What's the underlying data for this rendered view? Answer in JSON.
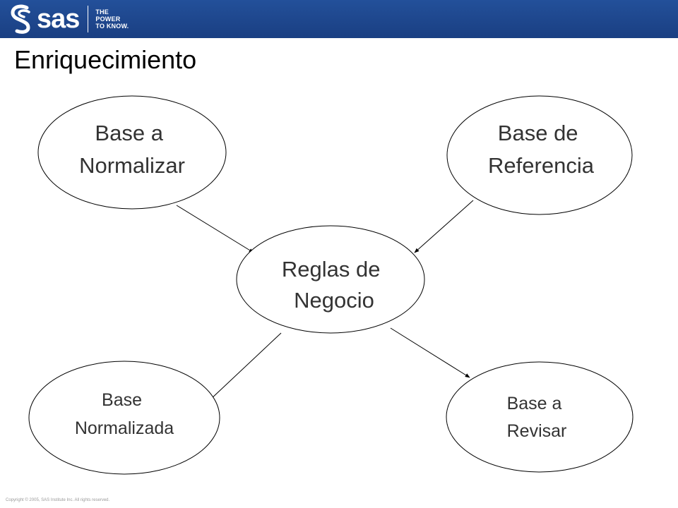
{
  "header": {
    "logo_text": "sas",
    "tagline": "THE\nPOWER\nTO KNOW.",
    "background": "#1f4a91"
  },
  "slide": {
    "title": "Enriquecimiento"
  },
  "diagram": {
    "nodes": [
      {
        "id": "base-a-normalizar",
        "label": [
          "Base a",
          "Normalizar"
        ]
      },
      {
        "id": "base-de-referencia",
        "label": [
          "Base de",
          "Referencia"
        ]
      },
      {
        "id": "reglas-de-negocio",
        "label": [
          "Reglas de",
          "Negocio"
        ]
      },
      {
        "id": "base-normalizada",
        "label": [
          "Base",
          "Normalizada"
        ]
      },
      {
        "id": "base-a-revisar",
        "label": [
          "Base a",
          "Revisar"
        ]
      }
    ],
    "edges": [
      {
        "from": "base-a-normalizar",
        "to": "reglas-de-negocio"
      },
      {
        "from": "base-de-referencia",
        "to": "reglas-de-negocio"
      },
      {
        "from": "reglas-de-negocio",
        "to": "base-normalizada"
      },
      {
        "from": "reglas-de-negocio",
        "to": "base-a-revisar"
      }
    ]
  },
  "footer": {
    "copyright": "Copyright © 2005, SAS Institute Inc. All rights reserved."
  }
}
